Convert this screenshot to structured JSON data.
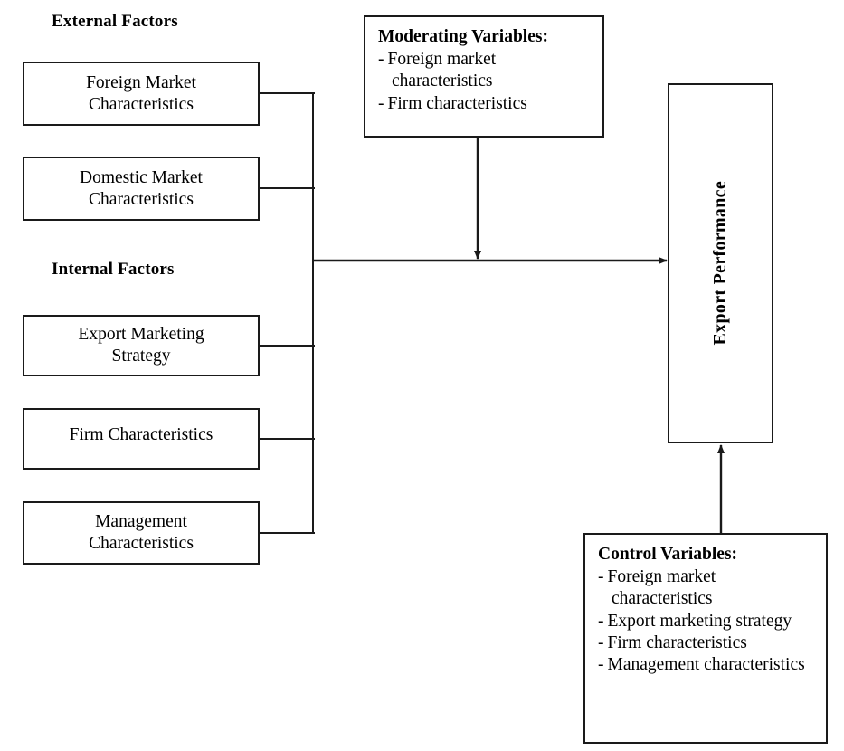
{
  "diagram": {
    "headings": {
      "external": "External Factors",
      "internal": "Internal Factors"
    },
    "external_boxes": [
      {
        "line1": "Foreign Market",
        "line2": "Characteristics"
      },
      {
        "line1": "Domestic Market",
        "line2": "Characteristics"
      }
    ],
    "internal_boxes": [
      {
        "line1": "Export Marketing",
        "line2": "Strategy"
      },
      {
        "line1": "Firm Characteristics",
        "line2": ""
      },
      {
        "line1": "Management",
        "line2": "Characteristics"
      }
    ],
    "moderating": {
      "title": "Moderating Variables:",
      "items": [
        "Foreign market characteristics",
        "Firm characteristics"
      ],
      "bullet": "-"
    },
    "control": {
      "title": "Control Variables:",
      "items": [
        "Foreign market characteristics",
        "Export marketing strategy",
        "Firm characteristics",
        "Management characteristics"
      ],
      "bullet": "-"
    },
    "outcome": {
      "label": "Export Performance"
    },
    "colors": {
      "line": "#1a1a1a",
      "background": "#ffffff",
      "text": "#000000"
    }
  }
}
